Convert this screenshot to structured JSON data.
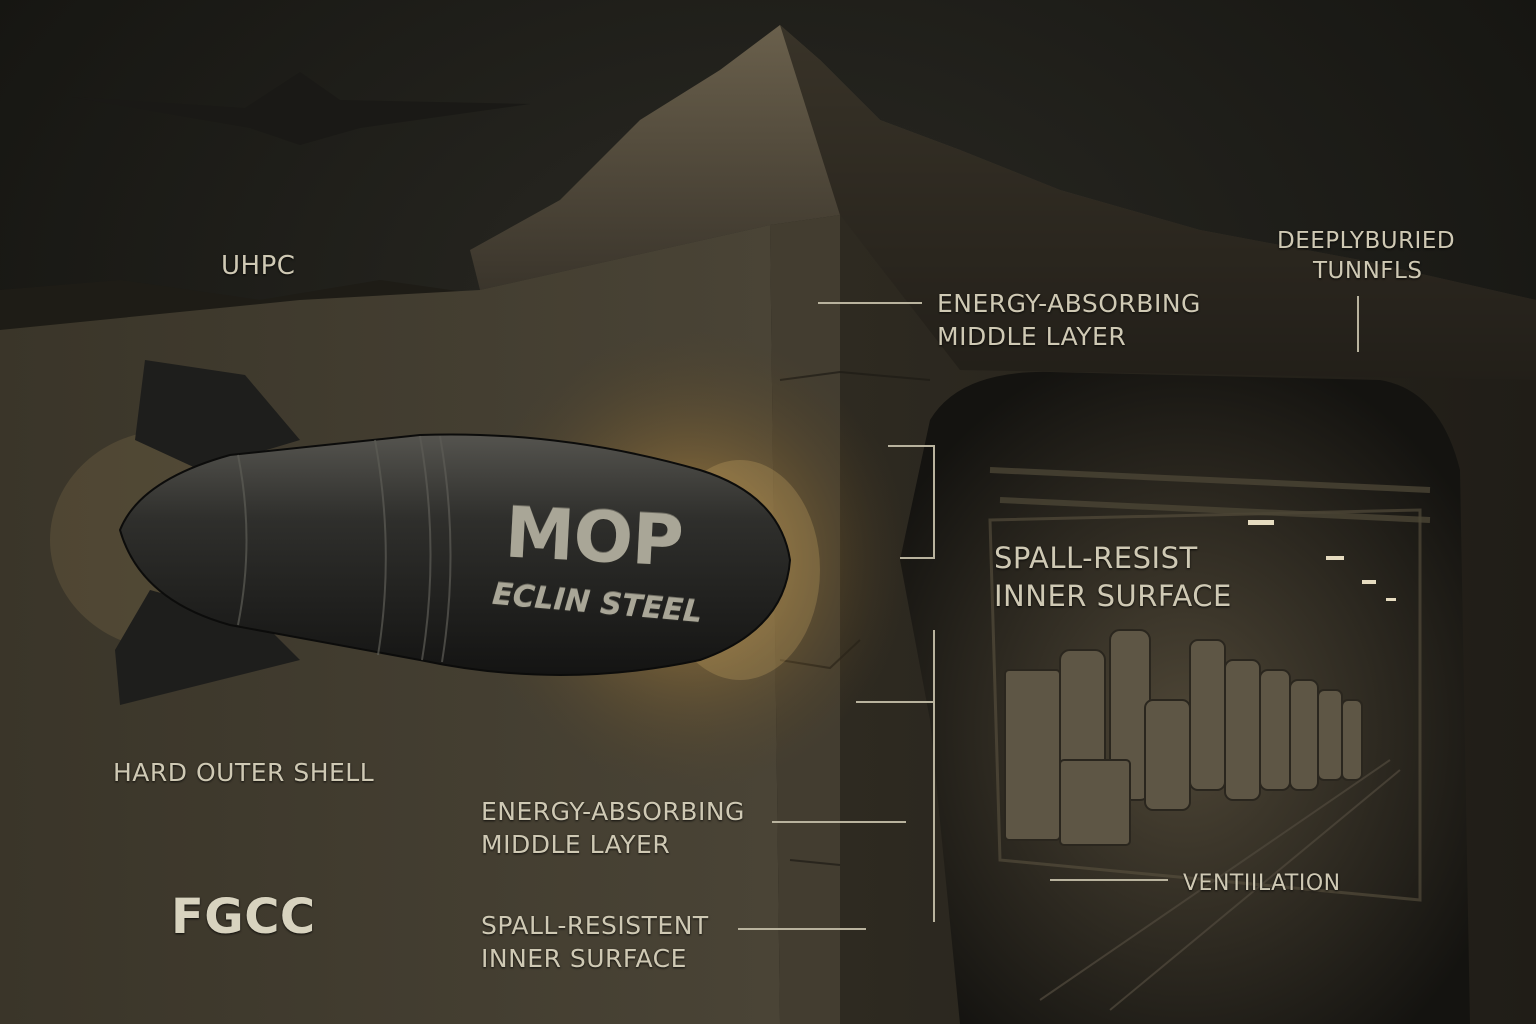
{
  "colors": {
    "background": "#17160f",
    "label": "#cfc9b4",
    "leader_line": "#b9b39e",
    "rock": "#3b3628",
    "bomb": "#2b2b29",
    "impact_glow": "#c9a55a"
  },
  "icons": [
    "stealth-bomber-icon",
    "bomb-icon",
    "tunnel-icon"
  ],
  "labels": {
    "uhpc": "UHPC",
    "hard_outer_shell": "HARD OUTER SHELL",
    "fgcc": "FGCC",
    "energy_top_line1": "ENERGY-ABSORBING",
    "energy_top_line2": "MIDDLE LAYER",
    "deeply_line1": "DEEPLYBURIED",
    "deeply_line2": "TUNNFLS",
    "spall_resist_line1": "SPALL-RESIST",
    "spall_resist_line2": "INNER SURFACE",
    "energy_bottom_line1": "ENERGY-ABSORBING",
    "energy_bottom_line2": "MIDDLE LAYER",
    "spall_resistent_line1": "SPALL-RESISTENT",
    "spall_resistent_line2": "INNER SURFACE",
    "ventilation": "VENTIILATION"
  },
  "bomb": {
    "name": "MOP",
    "subtitle": "ECLIN STEEL"
  }
}
